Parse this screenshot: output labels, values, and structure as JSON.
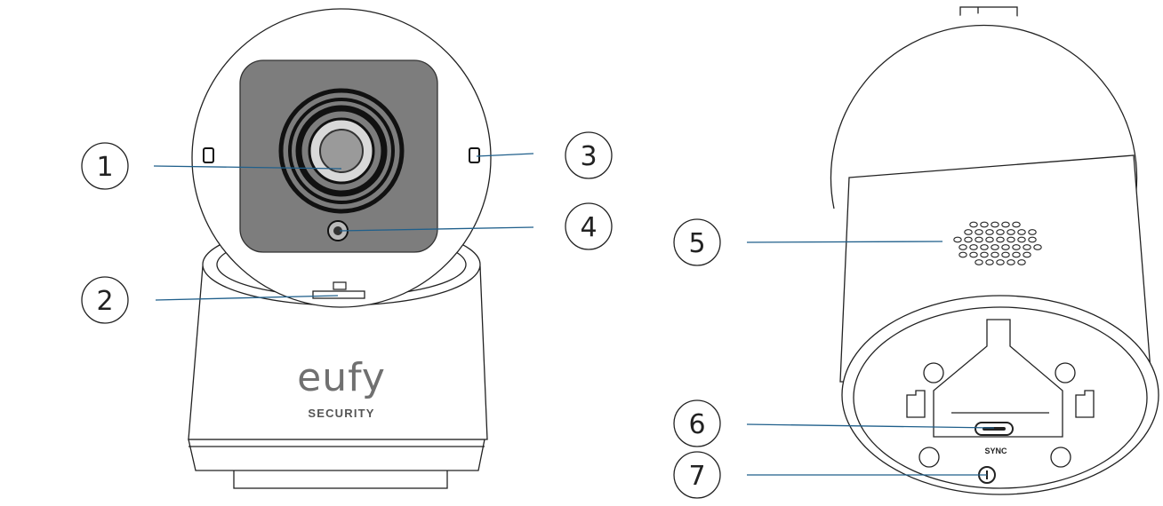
{
  "brand": {
    "logo": "eufy",
    "tagline": "SECURITY"
  },
  "port_label": "SYNC",
  "callouts": [
    {
      "number": "1"
    },
    {
      "number": "2"
    },
    {
      "number": "3"
    },
    {
      "number": "4"
    },
    {
      "number": "5"
    },
    {
      "number": "6"
    },
    {
      "number": "7"
    }
  ],
  "colors": {
    "outline": "#222222",
    "leader_line": "#1f5f8b",
    "lens_panel": "#7d7d7d",
    "logo": "#707070"
  }
}
